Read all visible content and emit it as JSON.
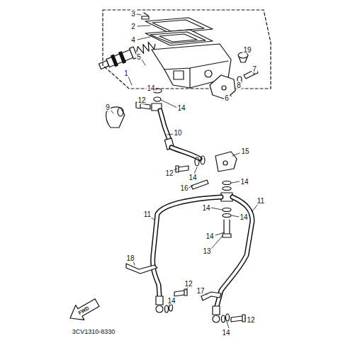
{
  "diagram": {
    "labels": [
      "3",
      "19",
      "2",
      "4",
      "5",
      "7",
      "8",
      "6",
      "1",
      "14",
      "12",
      "9",
      "14",
      "10",
      "15",
      "12",
      "14",
      "14",
      "16",
      "14",
      "14",
      "11",
      "11",
      "14",
      "13",
      "18",
      "17",
      "12",
      "14",
      "12",
      "14",
      "3CV1310-8330",
      "FWD"
    ]
  }
}
